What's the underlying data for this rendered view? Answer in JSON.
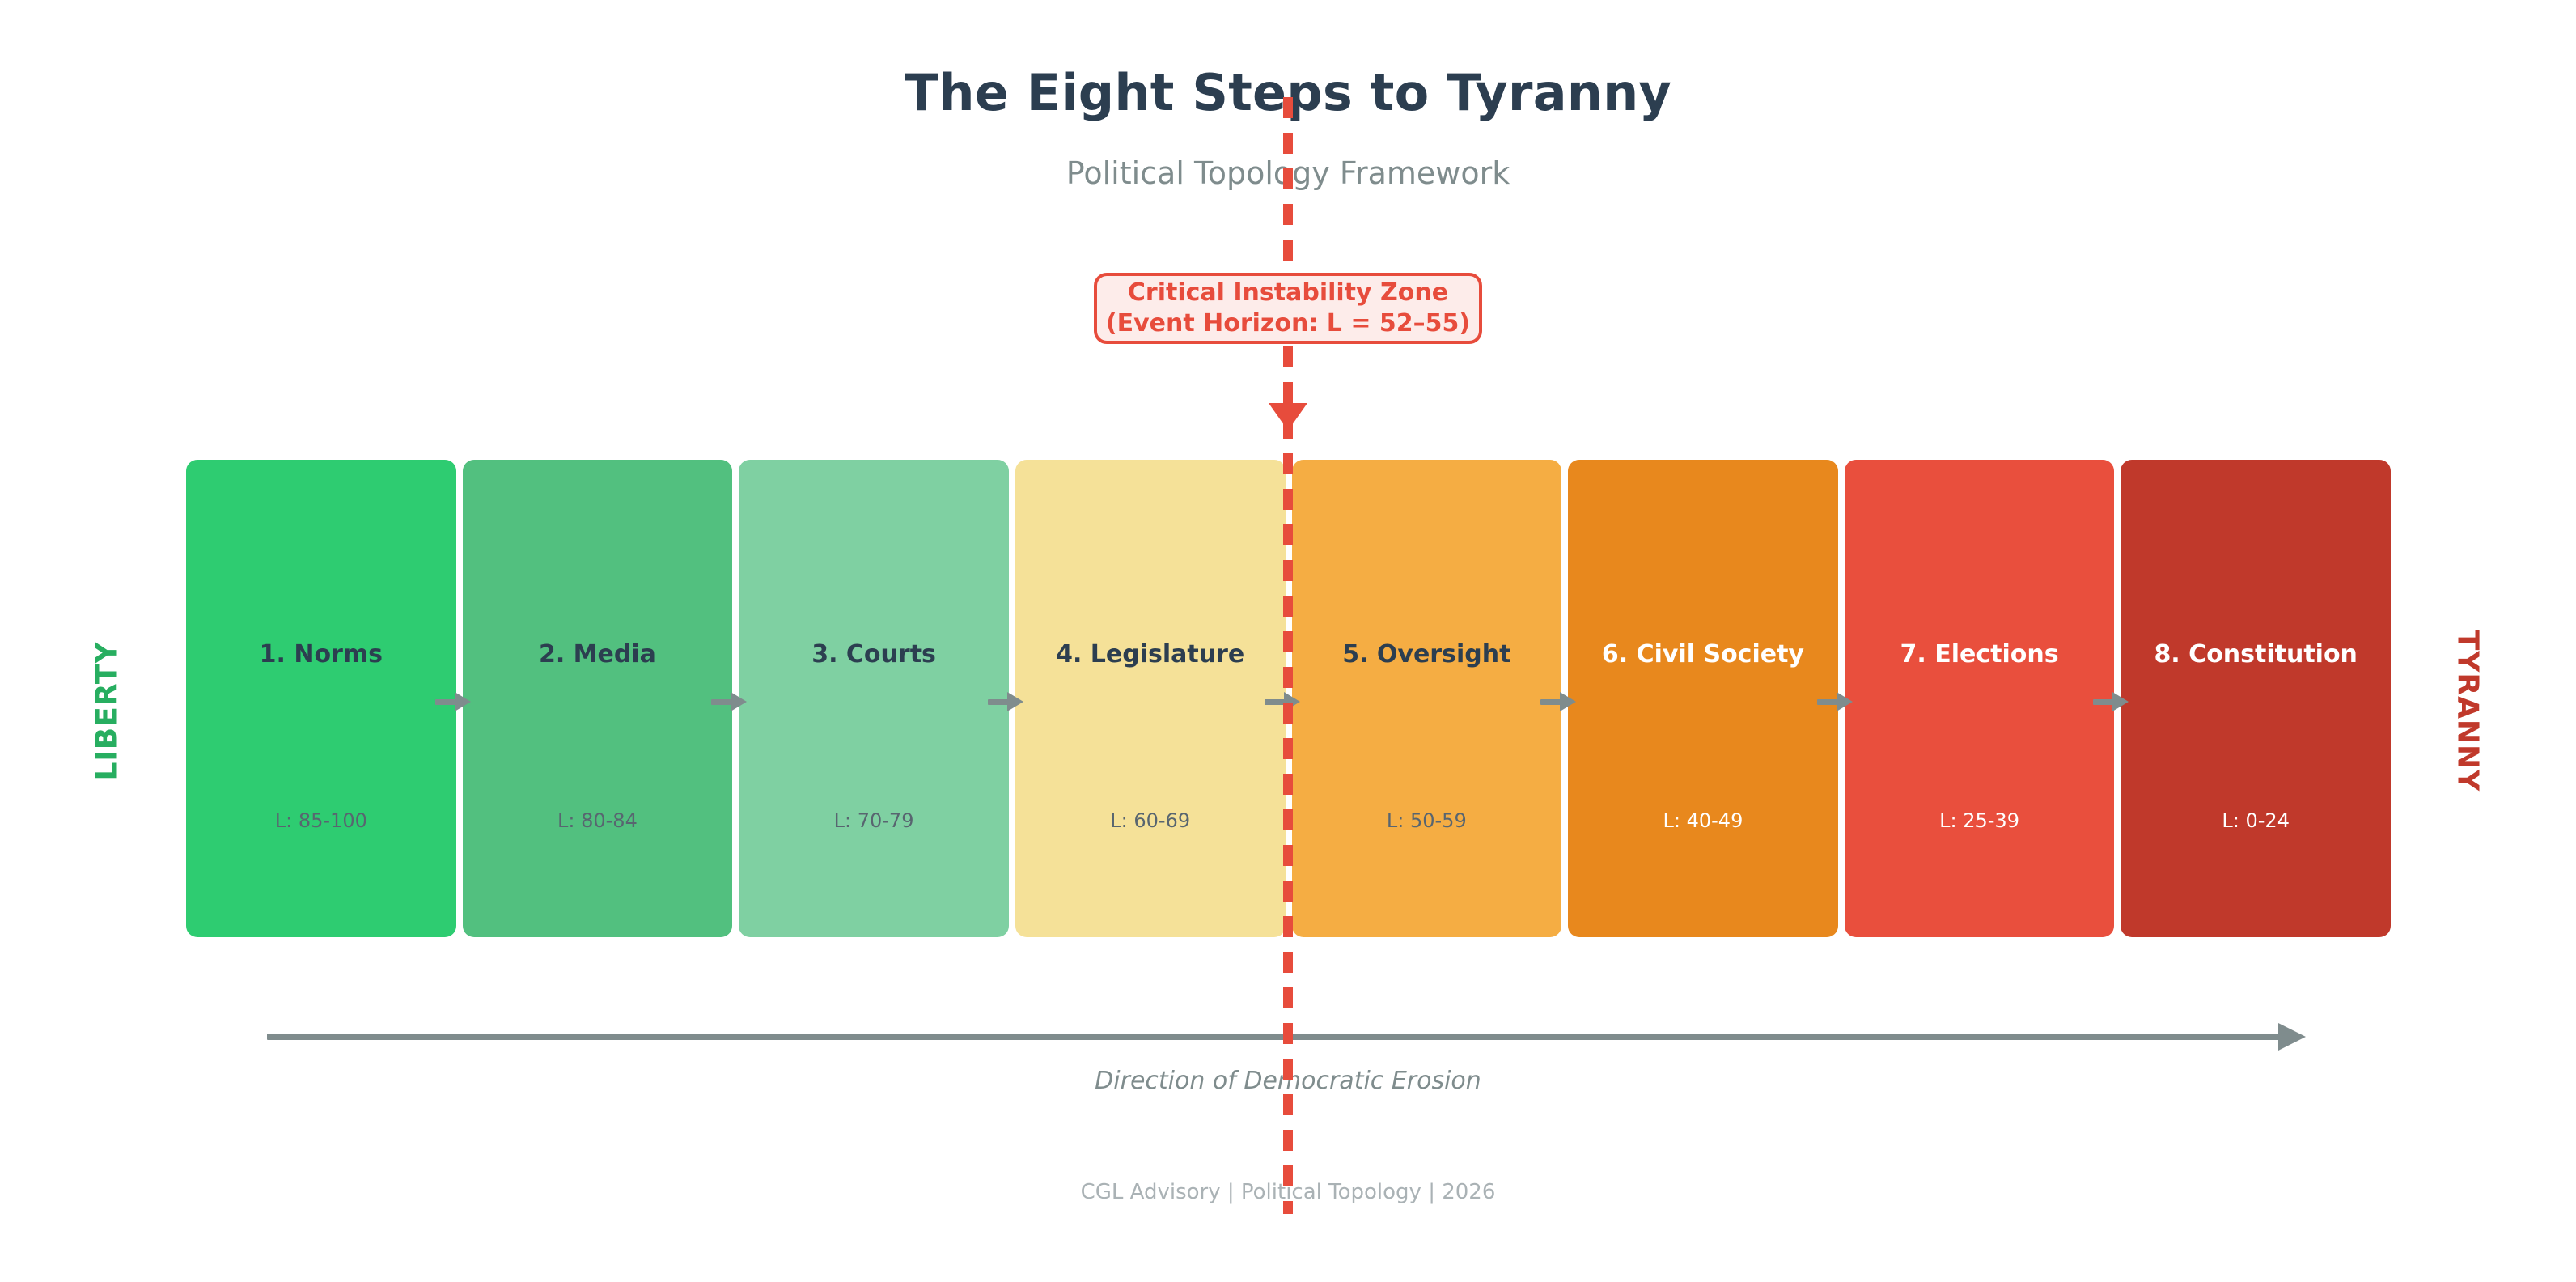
{
  "header": {
    "title": "The Eight Steps to Tyranny",
    "subtitle": "Political Topology Framework",
    "title_color": "#2c3e50",
    "subtitle_color": "#7f8c8d"
  },
  "callout": {
    "line1": "Critical Instability Zone",
    "line2": "(Event Horizon: L = 52–55)",
    "border_color": "#e74c3c",
    "fill_color": "#fdecea",
    "text_color": "#e74c3c"
  },
  "axis": {
    "left_label": "LIBERTY",
    "left_color": "#27ae60",
    "right_label": "TYRANNY",
    "right_color": "#c0392b"
  },
  "direction": {
    "caption": "Direction of Democratic Erosion",
    "arrow_color": "#7f8c8d"
  },
  "footer": {
    "text": "CGL Advisory | Political Topology | 2026"
  },
  "chart_data": {
    "type": "bar",
    "title": "The Eight Steps to Tyranny",
    "subtitle": "Political Topology Framework",
    "xlabel": "",
    "ylabel": "",
    "categories": [
      "1. Norms",
      "2. Media",
      "3. Courts",
      "4. Legislature",
      "5. Oversight",
      "6. Civil Society",
      "7. Elections",
      "8. Constitution"
    ],
    "annotations": [
      "Critical Instability Zone (Event Horizon: L = 52–55)",
      "Direction of Democratic Erosion",
      "LIBERTY",
      "TYRANNY"
    ],
    "event_horizon": {
      "between_steps": [
        4,
        5
      ],
      "liberty_range": "52–55"
    },
    "steps": [
      {
        "index": 1,
        "label": "1. Norms",
        "range": "L: 85-100",
        "lmin": 85,
        "lmax": 100,
        "color": "#2ecc71",
        "text_color": "#2c3e50",
        "range_color": "#586570"
      },
      {
        "index": 2,
        "label": "2. Media",
        "range": "L: 80-84",
        "lmin": 80,
        "lmax": 84,
        "color": "#52c07f",
        "text_color": "#2c3e50",
        "range_color": "#586570"
      },
      {
        "index": 3,
        "label": "3. Courts",
        "range": "L: 70-79",
        "lmin": 70,
        "lmax": 79,
        "color": "#7fd0a2",
        "text_color": "#2c3e50",
        "range_color": "#586570"
      },
      {
        "index": 4,
        "label": "4. Legislature",
        "range": "L: 60-69",
        "lmin": 60,
        "lmax": 69,
        "color": "#f5e198",
        "text_color": "#2c3e50",
        "range_color": "#586570"
      },
      {
        "index": 5,
        "label": "5. Oversight",
        "range": "L: 50-59",
        "lmin": 50,
        "lmax": 59,
        "color": "#f5ad43",
        "text_color": "#2c3e50",
        "range_color": "#586570"
      },
      {
        "index": 6,
        "label": "6. Civil Society",
        "range": "L: 40-49",
        "lmin": 40,
        "lmax": 49,
        "color": "#e8881d",
        "text_color": "#ffffff",
        "range_color": "#ffffff"
      },
      {
        "index": 7,
        "label": "7. Elections",
        "range": "L: 25-39",
        "lmin": 25,
        "lmax": 39,
        "color": "#e94f3d",
        "text_color": "#ffffff",
        "range_color": "#ffffff"
      },
      {
        "index": 8,
        "label": "8. Constitution",
        "range": "L: 0-24",
        "lmin": 0,
        "lmax": 24,
        "color": "#c0392b",
        "text_color": "#ffffff",
        "range_color": "#ffffff"
      }
    ]
  }
}
